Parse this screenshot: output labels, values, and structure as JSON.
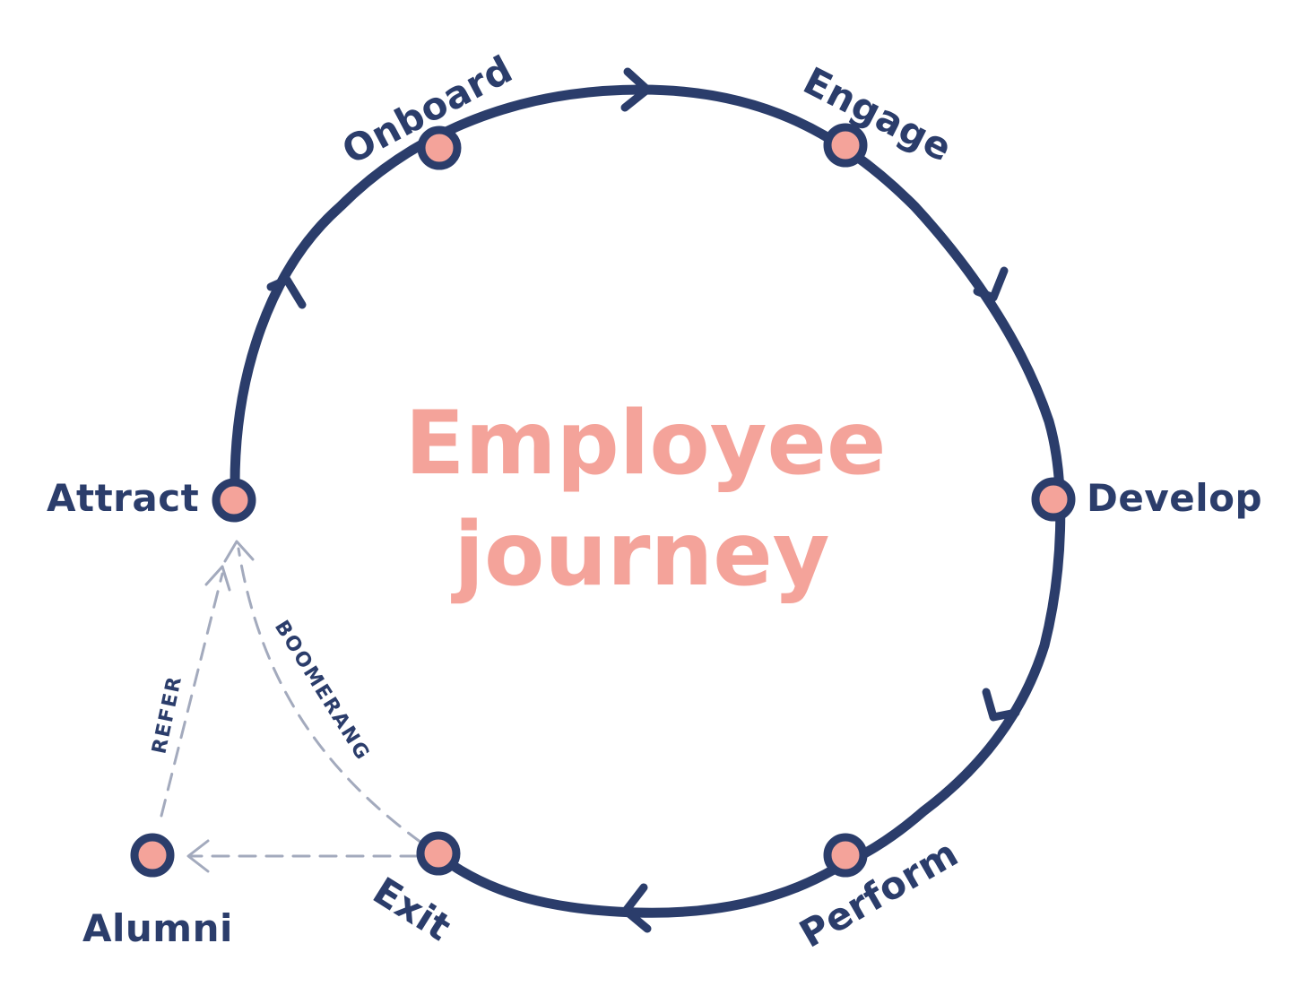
{
  "colors": {
    "navy": "#2b3d6b",
    "coral": "#f4a39a",
    "dashed": "#a3aabd",
    "background": "#ffffff"
  },
  "title": {
    "line1": "Employee",
    "line2": "journey"
  },
  "stages": [
    {
      "id": "attract",
      "label": "Attract"
    },
    {
      "id": "onboard",
      "label": "Onboard"
    },
    {
      "id": "engage",
      "label": "Engage"
    },
    {
      "id": "develop",
      "label": "Develop"
    },
    {
      "id": "perform",
      "label": "Perform"
    },
    {
      "id": "exit",
      "label": "Exit"
    },
    {
      "id": "alumni",
      "label": "Alumni"
    }
  ],
  "flows": {
    "refer": "REFER",
    "boomerang": "BOOMERANG"
  }
}
